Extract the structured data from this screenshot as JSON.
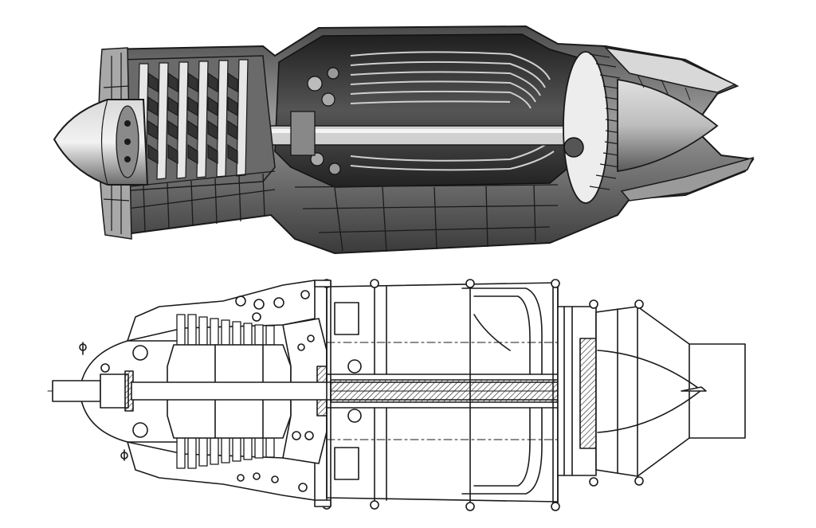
{
  "figure": {
    "panels": [
      {
        "id": "cutaway",
        "style": "shaded-cutaway-illustration"
      },
      {
        "id": "section",
        "style": "line-drawing-longitudinal-section"
      }
    ],
    "colors": {
      "ink": "#1a1a1a",
      "paper": "#ffffff",
      "shade_dark": "#3a3a3a",
      "shade_mid": "#7a7a7a",
      "shade_light": "#c8c8c8"
    }
  }
}
